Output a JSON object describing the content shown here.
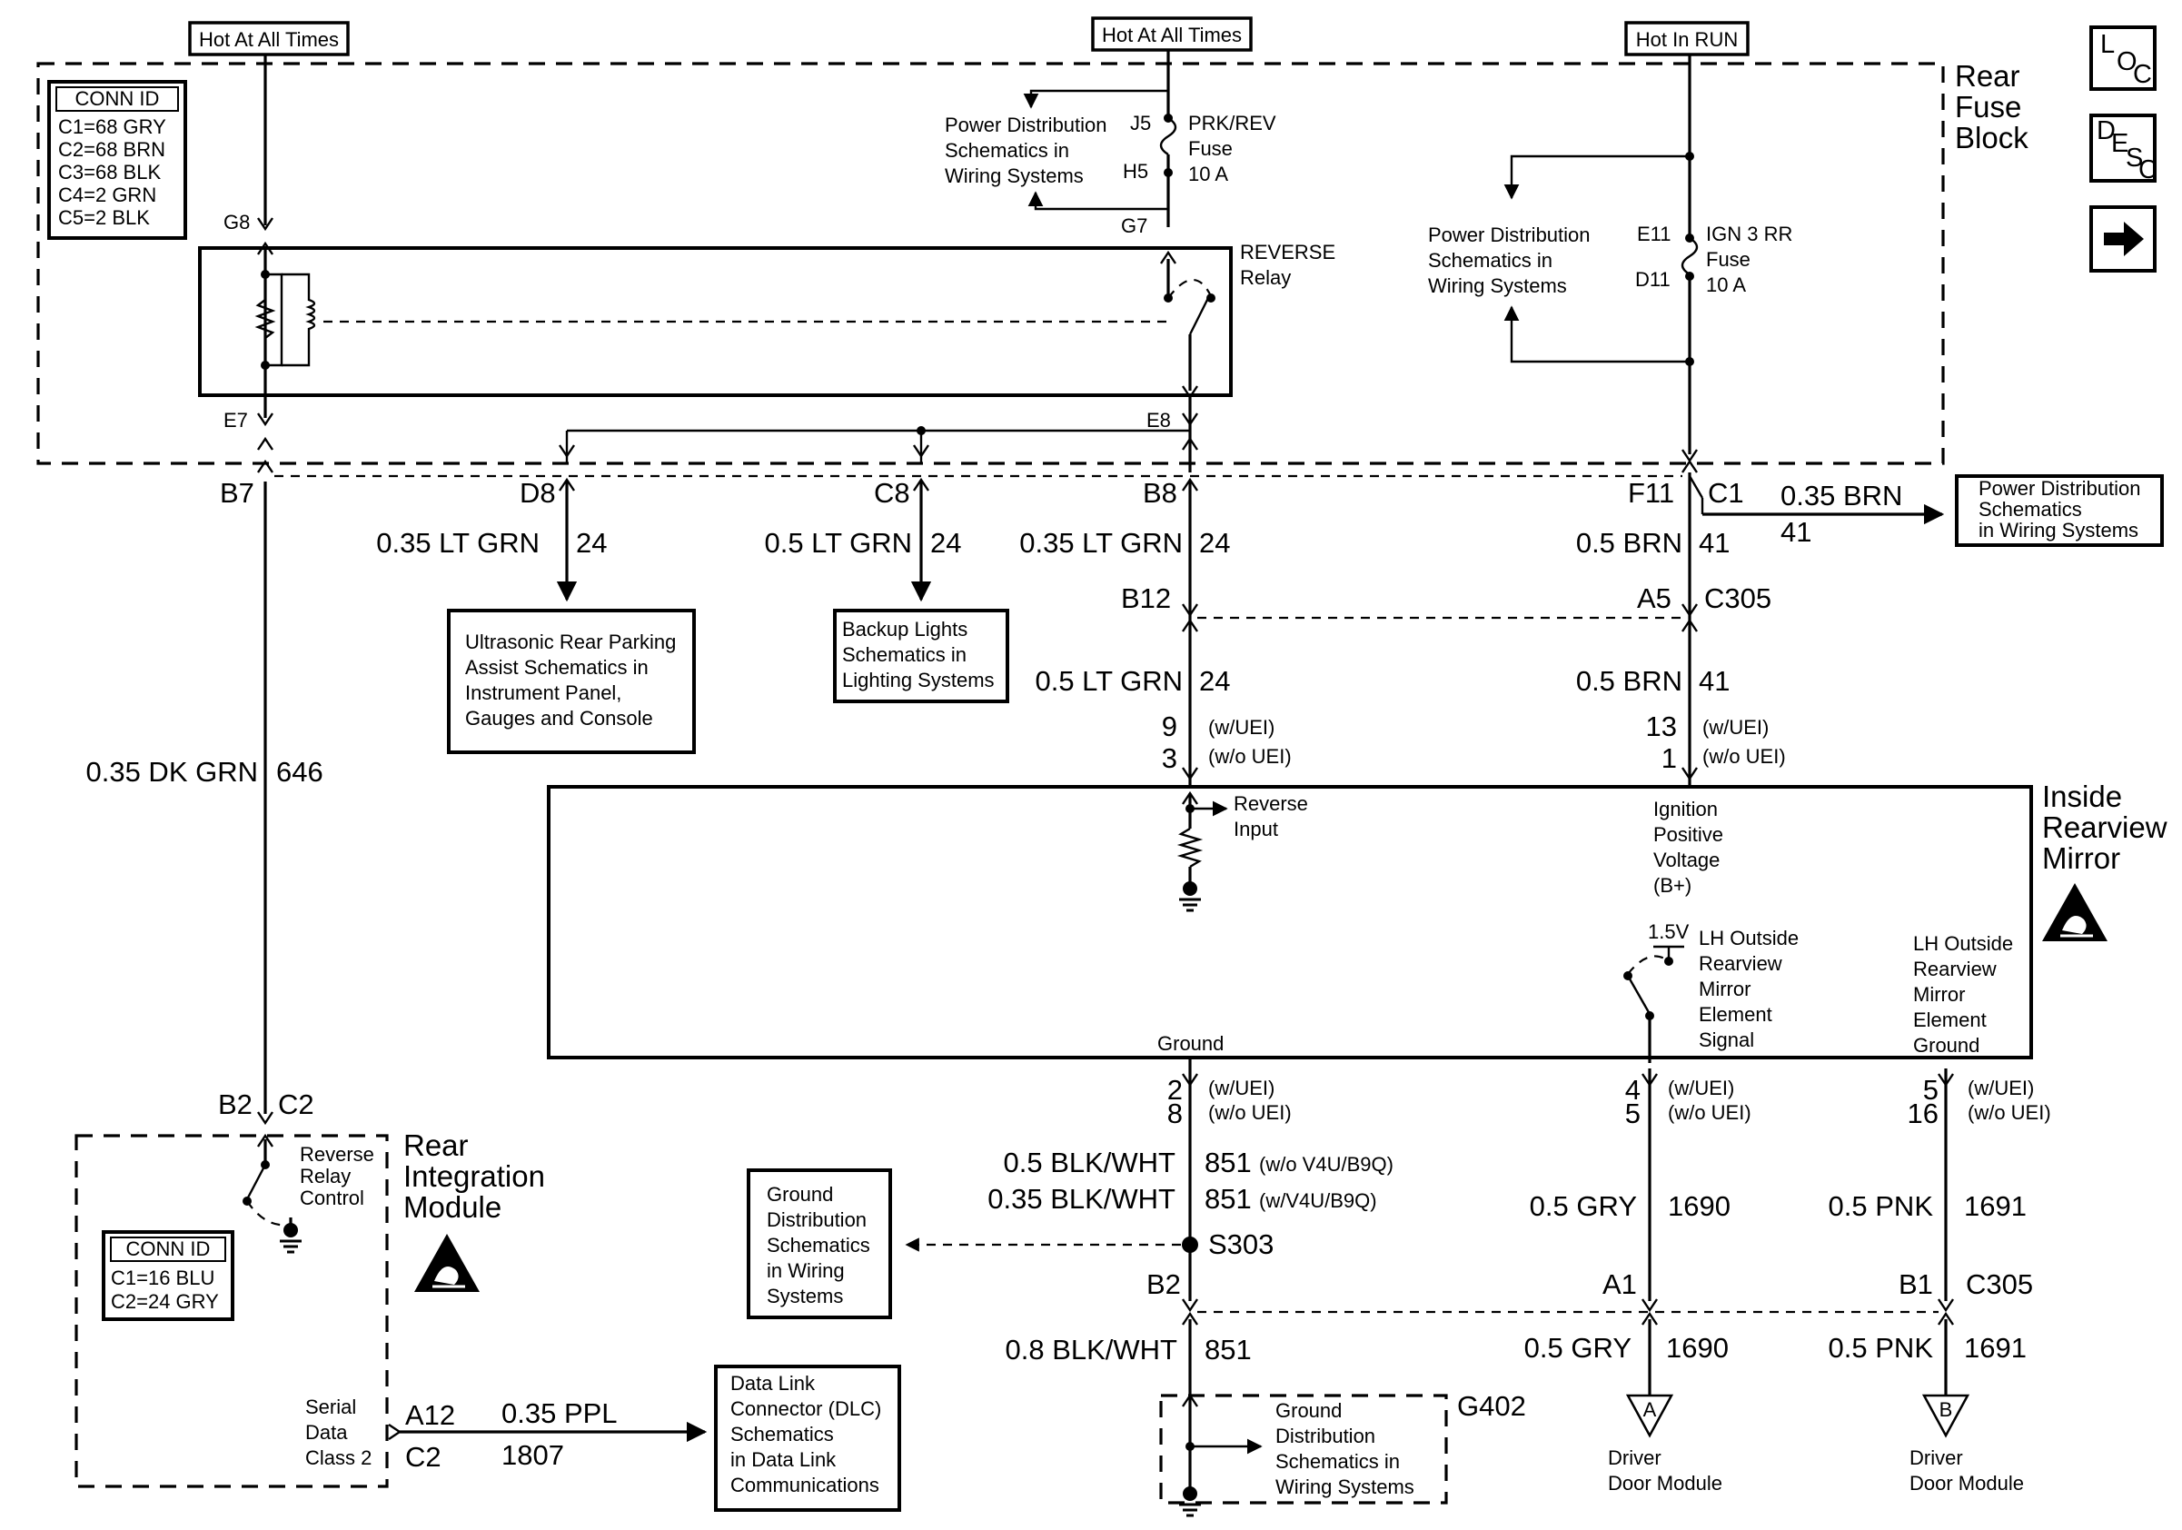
{
  "nav": {
    "loc_l": "L",
    "loc_o": "O",
    "loc_c": "C",
    "desc_d": "D",
    "desc_e": "E",
    "desc_s": "S",
    "desc_c": "C",
    "next_icon": "right-arrow-icon"
  },
  "power": {
    "hot_all_times": "Hot At All Times",
    "hot_in_run": "Hot In RUN"
  },
  "rear_fuse_block": {
    "name_line1": "Rear",
    "name_line2": "Fuse",
    "name_line3": "Block",
    "conn_id": {
      "title": "CONN ID",
      "rows": [
        "C1=68 GRY",
        "C2=68 BRN",
        "C3=68 BLK",
        "C4=2 GRN",
        "C5=2 BLK"
      ]
    },
    "pins": {
      "g8": "G8",
      "e7": "E7",
      "g7": "G7",
      "e8": "E8",
      "j5": "J5",
      "h5": "H5",
      "e11": "E11",
      "d11": "D11"
    },
    "prk_fuse": [
      "PRK/REV",
      "Fuse",
      "10 A"
    ],
    "ign_fuse": [
      "IGN 3 RR",
      "Fuse",
      "10 A"
    ],
    "power_dist_1": [
      "Power Distribution",
      "Schematics in",
      "Wiring Systems"
    ],
    "power_dist_2": [
      "Power Distribution",
      "Schematics in",
      "Wiring Systems"
    ],
    "relay": [
      "REVERSE",
      "Relay"
    ]
  },
  "c1_row": {
    "b7": "B7",
    "d8": "D8",
    "c8": "C8",
    "b8": "B8",
    "f11": "F11",
    "c1": "C1"
  },
  "wires": {
    "d8_color": "0.35 LT GRN",
    "d8_circuit": "24",
    "c8_color": "0.5 LT GRN",
    "c8_circuit": "24",
    "b8_color": "0.35 LT GRN",
    "b8_circuit": "24",
    "f11_color": "0.5 BRN",
    "f11_circuit": "41",
    "c1_color": "0.35 BRN",
    "c1_circuit": "41",
    "b7_color": "0.35 DK GRN",
    "b7_circuit": "646",
    "b12_color": "0.5 LT GRN",
    "b12_circuit": "24",
    "a5_color": "0.5 BRN",
    "a5_circuit": "41",
    "g851_color_a": "0.5 BLK/WHT",
    "g851_circuit_a": "851",
    "g851_opt_a": "(w/o V4U/B9Q)",
    "g851_color_b": "0.35 BLK/WHT",
    "g851_circuit_b": "851",
    "g851_opt_b": "(w/V4U/B9Q)",
    "gry_color": "0.5 GRY",
    "gry_circuit": "1690",
    "pnk_color": "0.5 PNK",
    "pnk_circuit": "1691",
    "b2_color": "0.8 BLK/WHT",
    "b2_circuit": "851",
    "a1_color": "0.5 GRY",
    "a1_circuit": "1690",
    "b1_color": "0.5 PNK",
    "b1_circuit": "1691",
    "ppl_color": "0.35 PPL",
    "ppl_circuit": "1807"
  },
  "power_dist_right": [
    "Power Distribution",
    "Schematics",
    "in Wiring Systems"
  ],
  "ultrasonic": [
    "Ultrasonic Rear Parking",
    "Assist Schematics in",
    "Instrument Panel,",
    "Gauges and Console"
  ],
  "backup": [
    "Backup Lights",
    "Schematics in",
    "Lighting Systems"
  ],
  "c305_top": {
    "b12": "B12",
    "a5": "A5",
    "c305": "C305"
  },
  "mirror": {
    "name": [
      "Inside",
      "Rearview",
      "Mirror"
    ],
    "pin9": "9",
    "pin3": "3",
    "pin13": "13",
    "pin1": "1",
    "w_uei": "(w/UEI)",
    "wo_uei": "(w/o UEI)",
    "reverse_input": [
      "Reverse",
      "Input"
    ],
    "ign_voltage": [
      "Ignition",
      "Positive",
      "Voltage",
      "(B+)"
    ],
    "v15": "1.5V",
    "lh_signal": [
      "LH Outside",
      "Rearview",
      "Mirror",
      "Element",
      "Signal"
    ],
    "lh_ground": [
      "LH Outside",
      "Rearview",
      "Mirror",
      "Element",
      "Ground"
    ],
    "ground": "Ground",
    "pin2": "2",
    "pin8": "8",
    "pin4": "4",
    "pin5": "5",
    "pin5b": "5",
    "pin16": "16"
  },
  "rim": {
    "name": [
      "Rear",
      "Integration",
      "Module"
    ],
    "b2": "B2",
    "c2": "C2",
    "relay_ctrl": [
      "Reverse",
      "Relay",
      "Control"
    ],
    "conn_id": {
      "title": "CONN ID",
      "rows": [
        "C1=16 BLU",
        "C2=24 GRY"
      ]
    },
    "serial": [
      "Serial",
      "Data",
      "Class 2"
    ],
    "a12": "A12",
    "c2b": "C2"
  },
  "ground_dist_1": [
    "Ground",
    "Distribution",
    "Schematics",
    "in Wiring",
    "Systems"
  ],
  "ground_dist_2": [
    "Ground",
    "Distribution",
    "Schematics in",
    "Wiring Systems"
  ],
  "splice": "S303",
  "c305_bottom": {
    "b2": "B2",
    "a1": "A1",
    "b1": "B1",
    "c305": "C305"
  },
  "g402": "G402",
  "dlc": [
    "Data Link",
    "Connector (DLC)",
    "Schematics",
    "in Data Link",
    "Communications"
  ],
  "driver_a": {
    "letter": "A",
    "label": [
      "Driver",
      "Door Module"
    ]
  },
  "driver_b": {
    "letter": "B",
    "label": [
      "Driver",
      "Door Module"
    ]
  }
}
